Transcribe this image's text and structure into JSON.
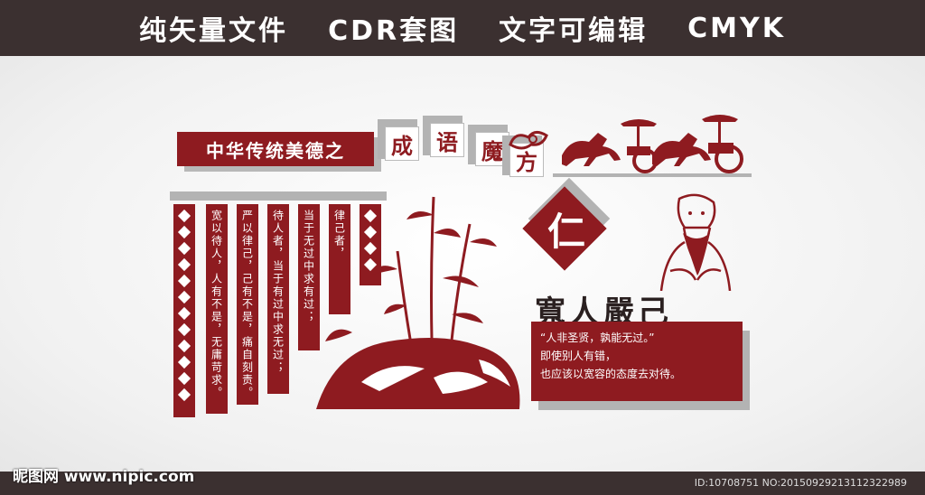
{
  "header": {
    "items": [
      "纯矢量文件",
      "CDR套图",
      "文字可编辑",
      "CMYK"
    ]
  },
  "title": {
    "main": "中华传统美德之",
    "tiles": [
      "成",
      "语",
      "魔",
      "方"
    ]
  },
  "columns": [
    {
      "text": ""
    },
    {
      "text": "宽以待人，人有不是，无庸苛求。"
    },
    {
      "text": "严以律己，己有不是，痛自刻责。"
    },
    {
      "text": "待人者，当于有过中求无过；"
    },
    {
      "text": "当于无过中求有过；"
    },
    {
      "text": "律己者，"
    },
    {
      "text": ""
    }
  ],
  "ren": {
    "char": "仁"
  },
  "heading": "寬人嚴己",
  "quote": {
    "line1": "“人非圣贤，孰能无过。”",
    "line2": "即使别人有错，",
    "line3": "也应该以宽容的态度去对待。"
  },
  "footer": {
    "logo": "昵图网 www.nipic.com",
    "id": "ID:10708751 NO:20150929213112322989"
  },
  "colors": {
    "accent": "#8e1b20",
    "dark": "#3b3030",
    "gray": "#b3b3b3"
  }
}
